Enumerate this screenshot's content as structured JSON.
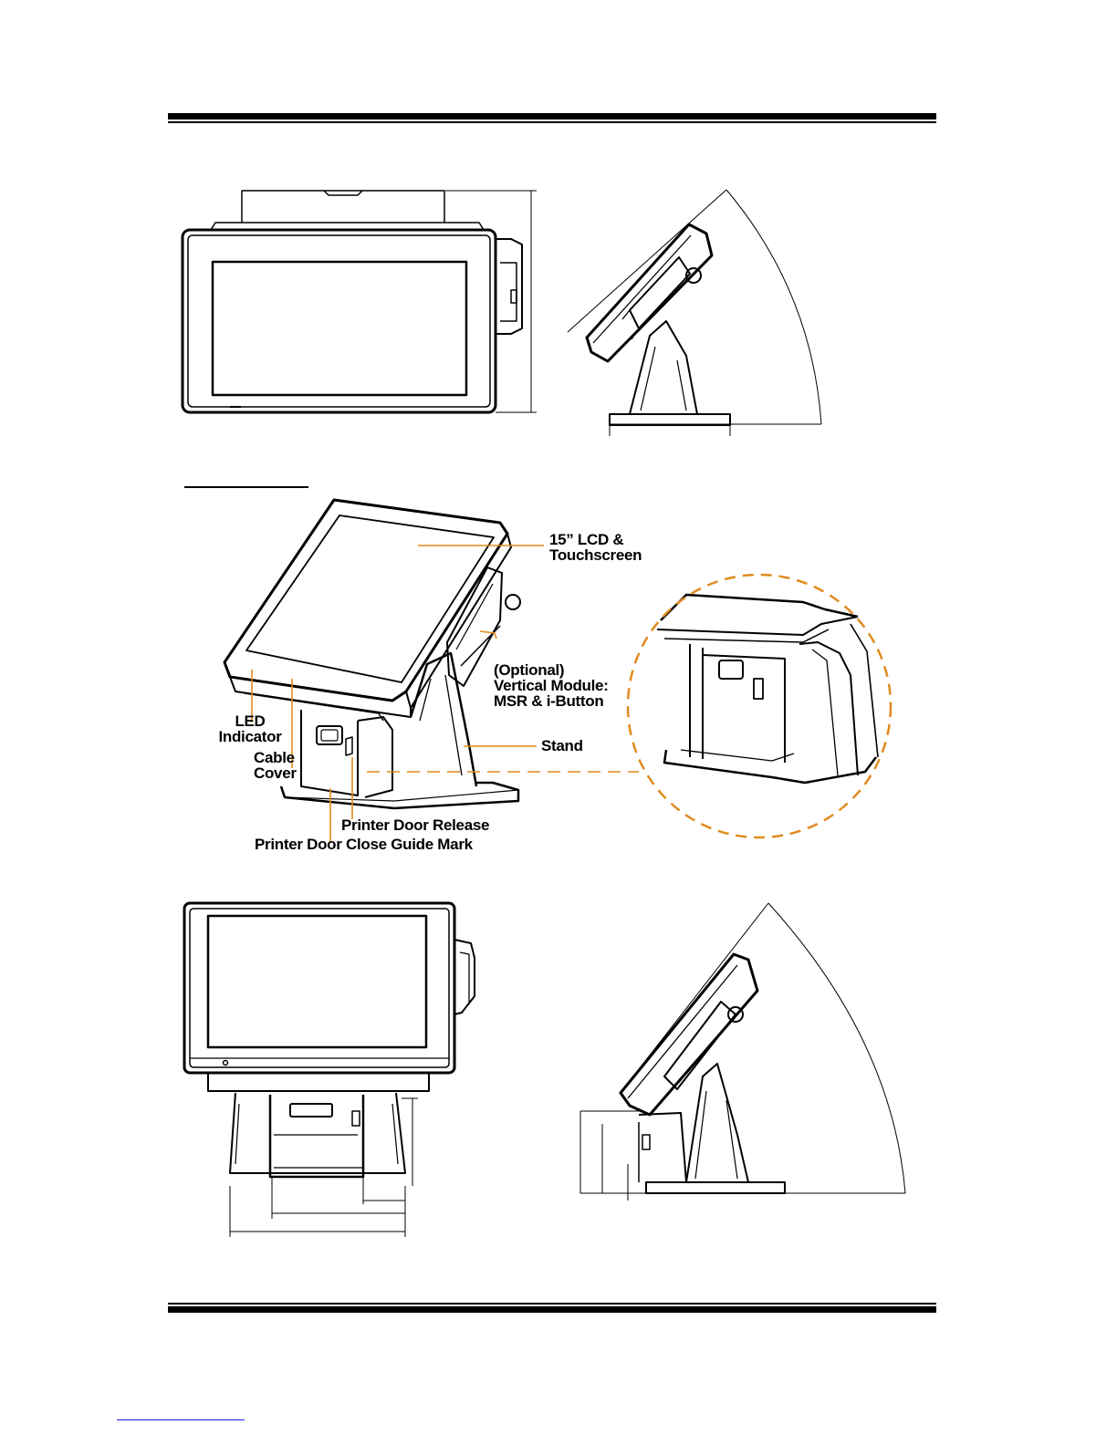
{
  "callouts": {
    "lcd_line1": "15” LCD &",
    "lcd_line2": "Touchscreen",
    "module_line1": "(Optional)",
    "module_line2": "Vertical Module:",
    "module_line3": "MSR & i-Button",
    "stand": "Stand",
    "led_line1": "LED",
    "led_line2": "Indicator",
    "cable_line1": "Cable",
    "cable_line2": "Cover",
    "printer_door_release": "Printer Door Release",
    "printer_door_close": "Printer Door Close Guide Mark"
  },
  "colors": {
    "callout_leader": "#e08a1e",
    "zoom_circle": "#e08a1e",
    "line_art": "#000000",
    "footer_link": "#1a1aff"
  }
}
